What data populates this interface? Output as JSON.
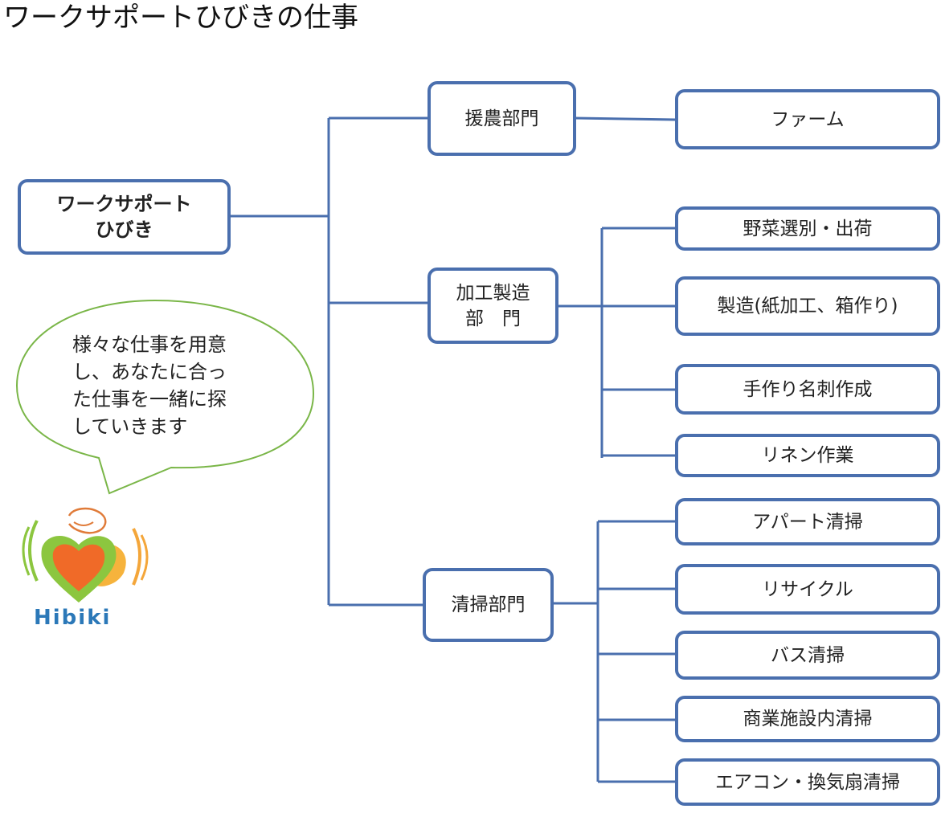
{
  "title": "ワークサポートひびきの仕事",
  "root": {
    "label": "ワークサポート\nひびき"
  },
  "departments": [
    {
      "label": "援農部門"
    },
    {
      "label": "加工製造\n部　門"
    },
    {
      "label": "清掃部門"
    }
  ],
  "jobs": {
    "agri": [
      "ファーム"
    ],
    "processing": [
      "野菜選別・出荷",
      "製造(紙加工、箱作り)",
      "手作り名刺作成",
      "リネン作業"
    ],
    "cleaning": [
      "アパート清掃",
      "リサイクル",
      "バス清掃",
      "商業施設内清掃",
      "エアコン・換気扇清掃"
    ]
  },
  "speech_bubble": {
    "text": "様々な仕事を用意\nし、あなたに合っ\nた仕事を一緒に探\nしていきます"
  },
  "logo": {
    "text": "Hibiki"
  },
  "colors": {
    "box_border": "#4a6fae",
    "connector": "#4a6fae",
    "bubble_border": "#7ab648",
    "logo_text": "#2b78b8",
    "heart": "#f06a28",
    "leaf": "#8cc63f"
  }
}
